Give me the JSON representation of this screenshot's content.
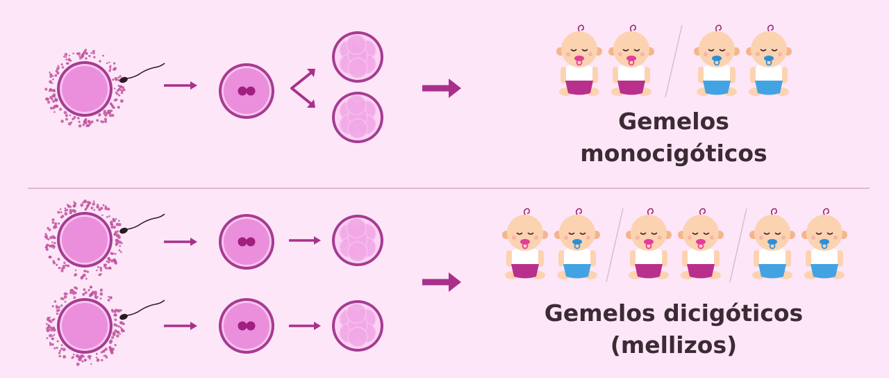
{
  "colors": {
    "background": "#fde6f8",
    "egg_fill": "#eb8fdc",
    "egg_ring": "#a63b92",
    "egg_inner_ring": "#f7c6ee",
    "corona_dots": "#c0559f",
    "zygote_fill": "#eb8fdc",
    "pronucleus": "#a01f7f",
    "morula_cell": "#f2a8e6",
    "arrow": "#a8308a",
    "divider": "#dfb8d6",
    "skin": "#fcd3b1",
    "skin_shade": "#f4b58c",
    "diaper_pink": "#b8308c",
    "diaper_blue": "#42a3e3",
    "shirt": "#ffffff",
    "pacifier_pink": "#e53e9a",
    "pacifier_blue": "#2f8fd6",
    "hair_curl": "#9c2f72",
    "text": "#3b2b33"
  },
  "icons": [
    "egg-with-sperm-icon",
    "zygote-icon",
    "morula-icon",
    "arrow-icon",
    "split-arrow-icon",
    "baby-icon"
  ],
  "sections": {
    "monozygotic": {
      "label_line1": "Gemelos",
      "label_line2": "monocigóticos",
      "babies": [
        "pink",
        "pink",
        "blue",
        "blue"
      ]
    },
    "dizygotic": {
      "label_line1": "Gemelos dicigóticos",
      "label_line2": "(mellizos)",
      "babies": [
        "pink",
        "blue",
        "pink",
        "pink",
        "blue",
        "blue"
      ]
    }
  }
}
